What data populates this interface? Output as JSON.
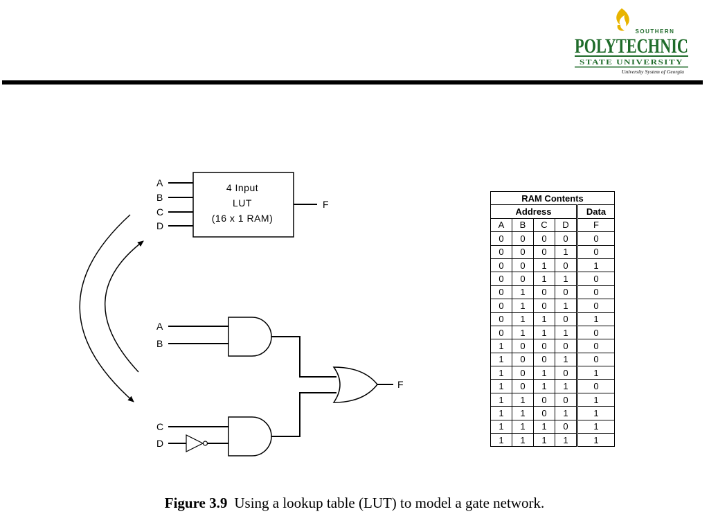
{
  "logo": {
    "line1": "SOUTHERN",
    "line2": "POLYTECHNIC",
    "line3": "STATE UNIVERSITY",
    "line4": "University System of Georgia",
    "color_green": "#1f6b2a",
    "color_gold": "#e8b400",
    "icon": "flame-icon"
  },
  "lut": {
    "inputs": [
      "A",
      "B",
      "C",
      "D"
    ],
    "line1": "4 Input",
    "line2": "LUT",
    "line3": "(16 x 1 RAM)",
    "output": "F"
  },
  "gates": {
    "and1_inputs": [
      "A",
      "B"
    ],
    "and2_inputs": [
      "C",
      "D"
    ],
    "output": "F"
  },
  "ram_table": {
    "title": "RAM Contents",
    "address_header": "Address",
    "data_header": "Data",
    "columns": [
      "A",
      "B",
      "C",
      "D",
      "F"
    ],
    "rows": [
      [
        "0",
        "0",
        "0",
        "0",
        "0"
      ],
      [
        "0",
        "0",
        "0",
        "1",
        "0"
      ],
      [
        "0",
        "0",
        "1",
        "0",
        "1"
      ],
      [
        "0",
        "0",
        "1",
        "1",
        "0"
      ],
      [
        "0",
        "1",
        "0",
        "0",
        "0"
      ],
      [
        "0",
        "1",
        "0",
        "1",
        "0"
      ],
      [
        "0",
        "1",
        "1",
        "0",
        "1"
      ],
      [
        "0",
        "1",
        "1",
        "1",
        "0"
      ],
      [
        "1",
        "0",
        "0",
        "0",
        "0"
      ],
      [
        "1",
        "0",
        "0",
        "1",
        "0"
      ],
      [
        "1",
        "0",
        "1",
        "0",
        "1"
      ],
      [
        "1",
        "0",
        "1",
        "1",
        "0"
      ],
      [
        "1",
        "1",
        "0",
        "0",
        "1"
      ],
      [
        "1",
        "1",
        "0",
        "1",
        "1"
      ],
      [
        "1",
        "1",
        "1",
        "0",
        "1"
      ],
      [
        "1",
        "1",
        "1",
        "1",
        "1"
      ]
    ]
  },
  "caption": {
    "label": "Figure 3.9",
    "text": "Using a lookup table (LUT) to model a gate network."
  }
}
